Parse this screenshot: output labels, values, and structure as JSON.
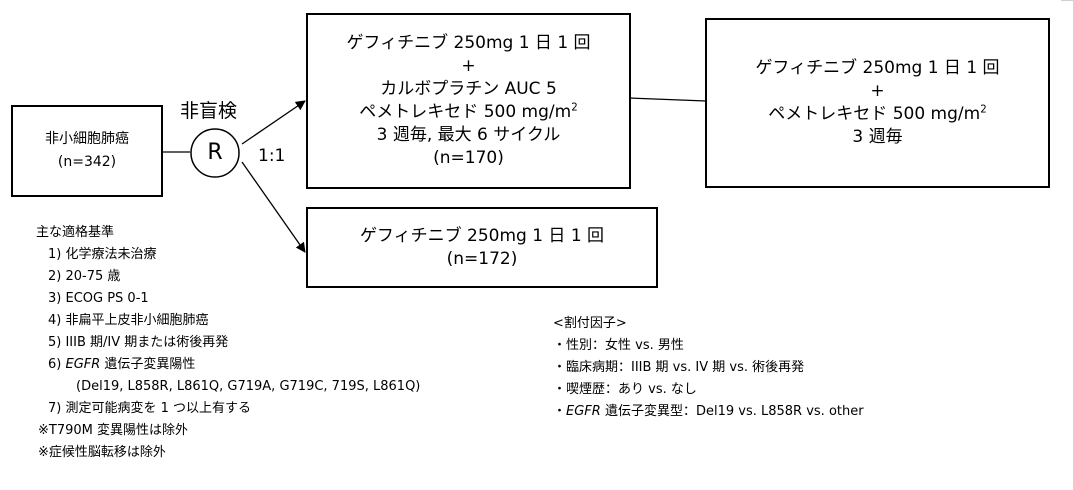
{
  "population": {
    "line1": "非小細胞肺癌",
    "line2": "(n=342)"
  },
  "randomization": {
    "label": "非盲検",
    "symbol": "R",
    "ratio": "1:1"
  },
  "arm_combo": {
    "line1": "ゲフィチニブ 250mg 1 日 1 回",
    "line2": "+",
    "line3": "カルボプラチン AUC 5",
    "line4_prefix": "ペメトレキセド 500 mg/m",
    "line4_sup": "2",
    "line5": "3 週毎, 最大 6 サイクル",
    "line6": "(n=170)"
  },
  "maintenance": {
    "line1": "ゲフィチニブ 250mg 1 日 1 回",
    "line2": "+",
    "line3_prefix": "ペメトレキセド 500 mg/m",
    "line3_sup": "2",
    "line4": "3 週毎"
  },
  "arm_mono": {
    "line1": "ゲフィチニブ 250mg 1 日 1 回",
    "line2": "(n=172)"
  },
  "criteria": {
    "title": "主な適格基準",
    "item1": "1) 化学療法未治療",
    "item2": "2) 20-75 歳",
    "item3": "3) ECOG PS 0-1",
    "item4": "4) 非扁平上皮非小細胞肺癌",
    "item5": "5) IIIB 期/IV 期または術後再発",
    "item6_prefix": "6) ",
    "item6_italic": "EGFR",
    "item6_suffix": " 遺伝子変異陽性",
    "item6_detail": "(Del19, L858R, L861Q, G719A, G719C, 719S, L861Q)",
    "item7": "7) 測定可能病変を 1 つ以上有する",
    "note1": "※T790M 変異陽性は除外",
    "note2": "※症候性脳転移は除外"
  },
  "factors": {
    "title": "<割付因子>",
    "item1": "・性別：女性 vs. 男性",
    "item2": "・臨床病期：IIIB 期 vs. IV 期 vs. 術後再発",
    "item3": "・喫煙歴：あり vs. なし",
    "item4_prefix": "・",
    "item4_italic": "EGFR",
    "item4_suffix": " 遺伝子変異型：Del19 vs. L858R vs. other"
  }
}
